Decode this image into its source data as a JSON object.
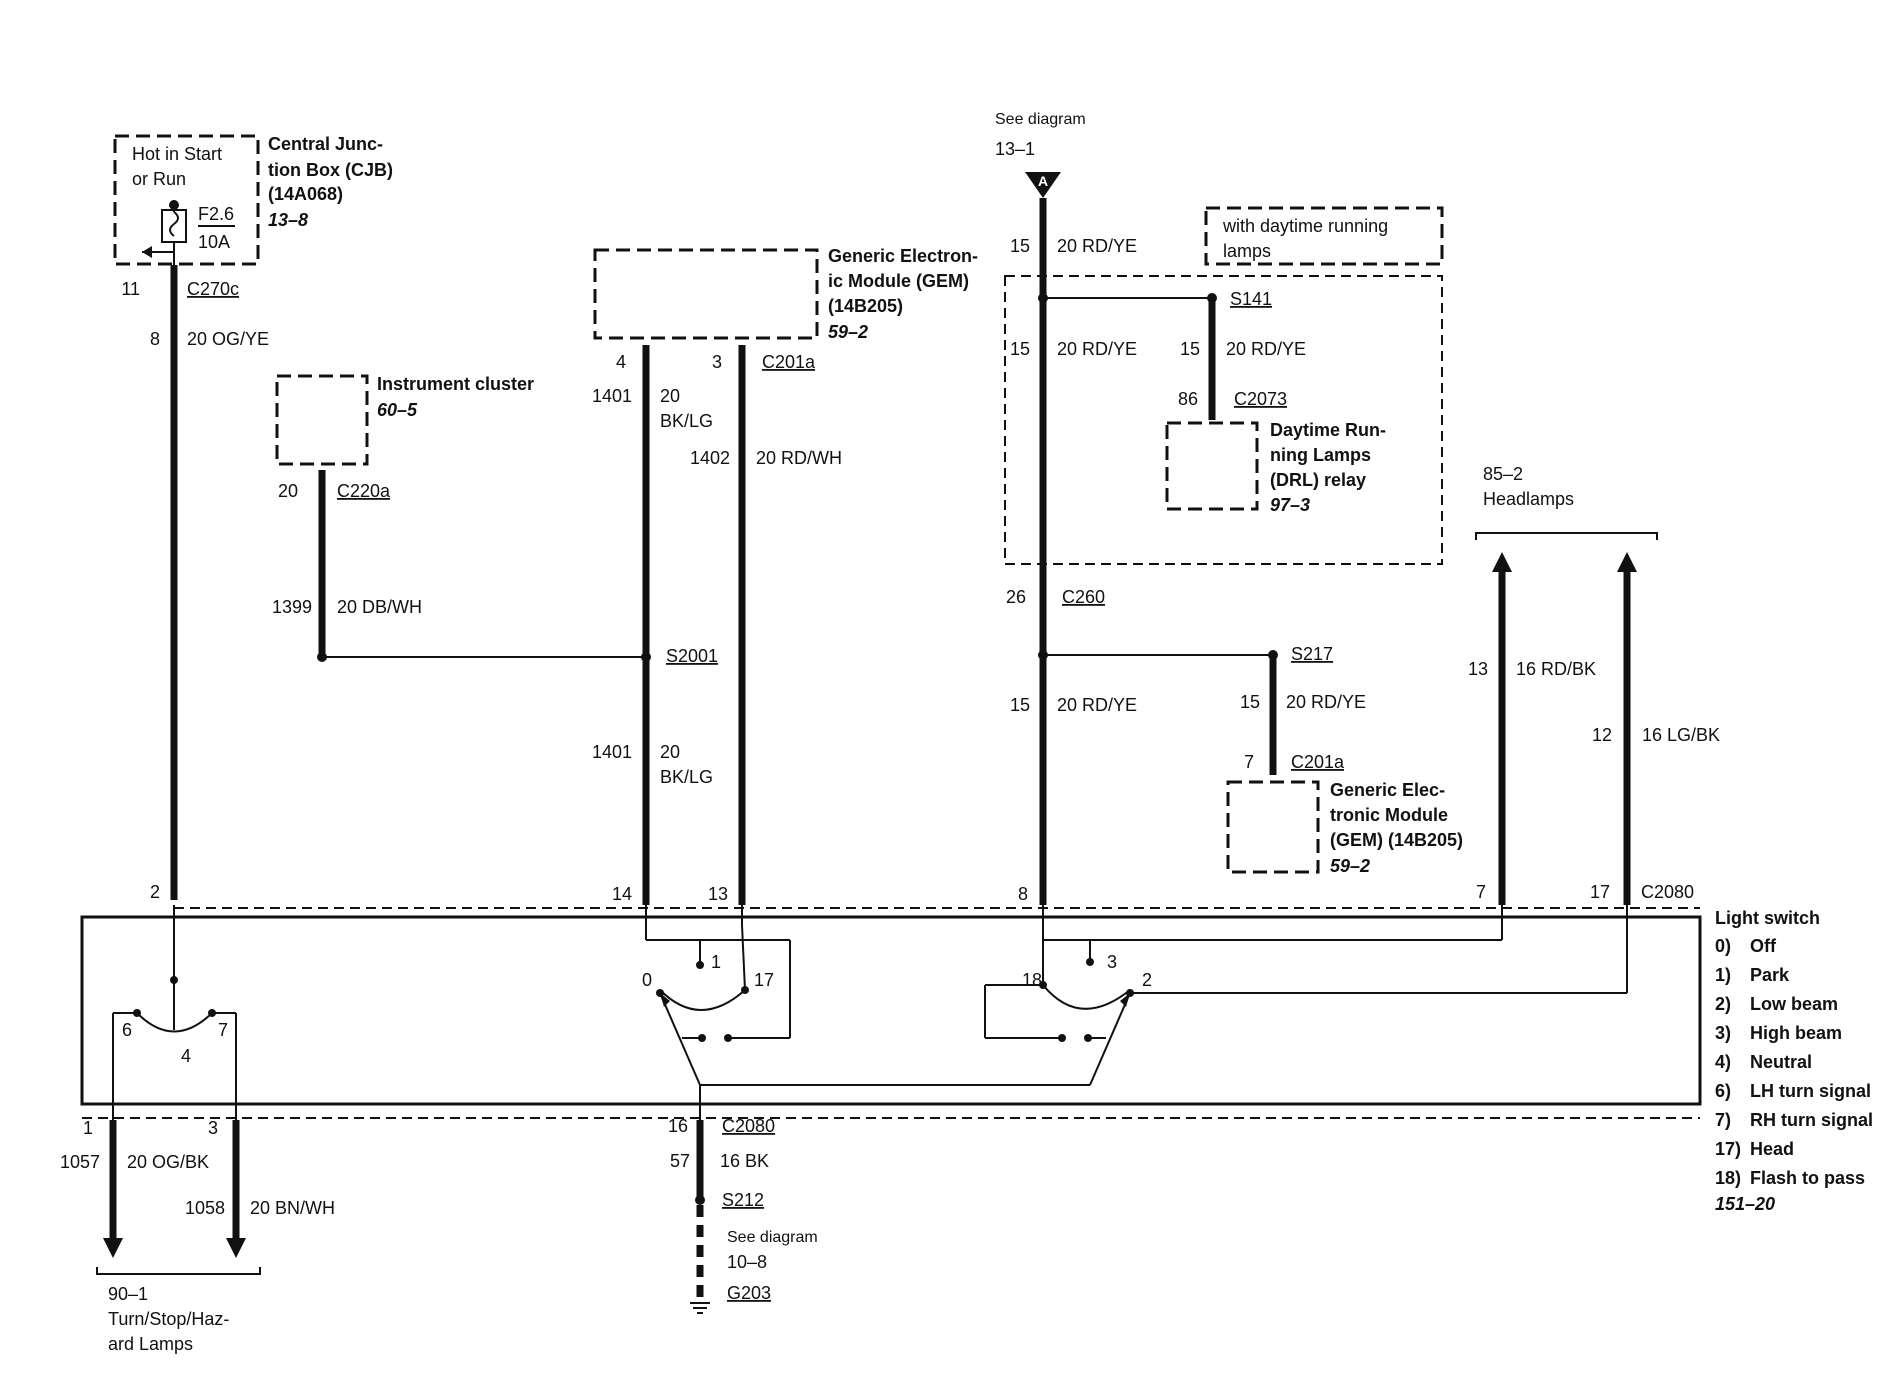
{
  "cjb": {
    "hot_line1": "Hot in Start",
    "hot_line2": "or Run",
    "fuse_id": "F2.6",
    "fuse_rating": "10A",
    "name_line1": "Central Junc-",
    "name_line2": "tion Box (CJB)",
    "name_line3": "(14A068)",
    "ref": "13–8",
    "pin": "11",
    "connector": "C270c"
  },
  "wire_og_ye": {
    "circuit": "8",
    "spec": "20 OG/YE",
    "pin": "2"
  },
  "instrument_cluster": {
    "name": "Instrument cluster",
    "ref": "60–5",
    "pin": "20",
    "connector": "C220a"
  },
  "wire_db_wh": {
    "circuit": "1399",
    "spec": "20 DB/WH"
  },
  "gem_top": {
    "name_line1": "Generic Electron-",
    "name_line2": "ic Module (GEM)",
    "name_line3": "(14B205)",
    "ref": "59–2",
    "pin_left": "4",
    "pin_right": "3",
    "connector": "C201a"
  },
  "wire_bk_lg_upper": {
    "circuit": "1401",
    "gauge": "20",
    "color": "BK/LG"
  },
  "wire_rd_wh": {
    "circuit": "1402",
    "spec": "20 RD/WH",
    "pin": "13"
  },
  "splice_s2001": "S2001",
  "wire_bk_lg_lower": {
    "circuit": "1401",
    "gauge": "20",
    "color": "BK/LG",
    "pin": "14"
  },
  "see_diagram_top": {
    "text": "See diagram",
    "ref": "13–1",
    "flag": "A"
  },
  "wire_rd_ye_1": {
    "circuit": "15",
    "spec": "20 RD/YE"
  },
  "drl_box_label_line1": "with daytime running",
  "drl_box_label_line2": "lamps",
  "splice_s141": "S141",
  "wire_rd_ye_2": {
    "circuit": "15",
    "spec": "20 RD/YE"
  },
  "wire_rd_ye_3": {
    "circuit": "15",
    "spec": "20 RD/YE"
  },
  "drl_relay": {
    "pin": "86",
    "connector": "C2073",
    "name_line1": "Daytime Run-",
    "name_line2": "ning Lamps",
    "name_line3": "(DRL) relay",
    "ref": "97–3"
  },
  "c260": {
    "pin": "26",
    "connector": "C260"
  },
  "splice_s217": "S217",
  "wire_rd_ye_4": {
    "circuit": "15",
    "spec": "20 RD/YE",
    "pin": "8"
  },
  "wire_rd_ye_5": {
    "circuit": "15",
    "spec": "20 RD/YE"
  },
  "gem_right": {
    "pin": "7",
    "connector": "C201a",
    "name_line1": "Generic Elec-",
    "name_line2": "tronic Module",
    "name_line3": "(GEM) (14B205)",
    "ref": "59–2"
  },
  "headlamps": {
    "ref": "85–2",
    "name": "Headlamps"
  },
  "wire_rd_bk": {
    "circuit": "13",
    "spec": "16 RD/BK",
    "pin": "7"
  },
  "wire_lg_bk": {
    "circuit": "12",
    "spec": "16 LG/BK",
    "pin": "17"
  },
  "c2080_top": "C2080",
  "switch_contacts": {
    "p6": "6",
    "p4": "4",
    "p7": "7",
    "p0": "0",
    "p1": "1",
    "p17": "17",
    "p18": "18",
    "p3": "3",
    "p2": "2"
  },
  "light_switch": {
    "title": "Light switch",
    "items": [
      {
        "num": "0)",
        "label": "Off"
      },
      {
        "num": "1)",
        "label": "Park"
      },
      {
        "num": "2)",
        "label": "Low beam"
      },
      {
        "num": "3)",
        "label": "High beam"
      },
      {
        "num": "4)",
        "label": "Neutral"
      },
      {
        "num": "6)",
        "label": "LH turn signal"
      },
      {
        "num": "7)",
        "label": "RH turn signal"
      },
      {
        "num": "17)",
        "label": "Head"
      },
      {
        "num": "18)",
        "label": "Flash to pass"
      }
    ],
    "ref": "151–20"
  },
  "bottom_left": {
    "pin1": "1",
    "pin3": "3",
    "wire_og_bk": {
      "circuit": "1057",
      "spec": "20 OG/BK"
    },
    "wire_bn_wh": {
      "circuit": "1058",
      "spec": "20 BN/WH"
    },
    "dest_ref": "90–1",
    "dest_line1": "Turn/Stop/Haz-",
    "dest_line2": "ard Lamps"
  },
  "bottom_ground": {
    "pin": "16",
    "connector": "C2080",
    "circuit": "57",
    "spec": "16 BK",
    "splice": "S212",
    "see_text": "See diagram",
    "see_ref": "10–8",
    "ground": "G203"
  }
}
